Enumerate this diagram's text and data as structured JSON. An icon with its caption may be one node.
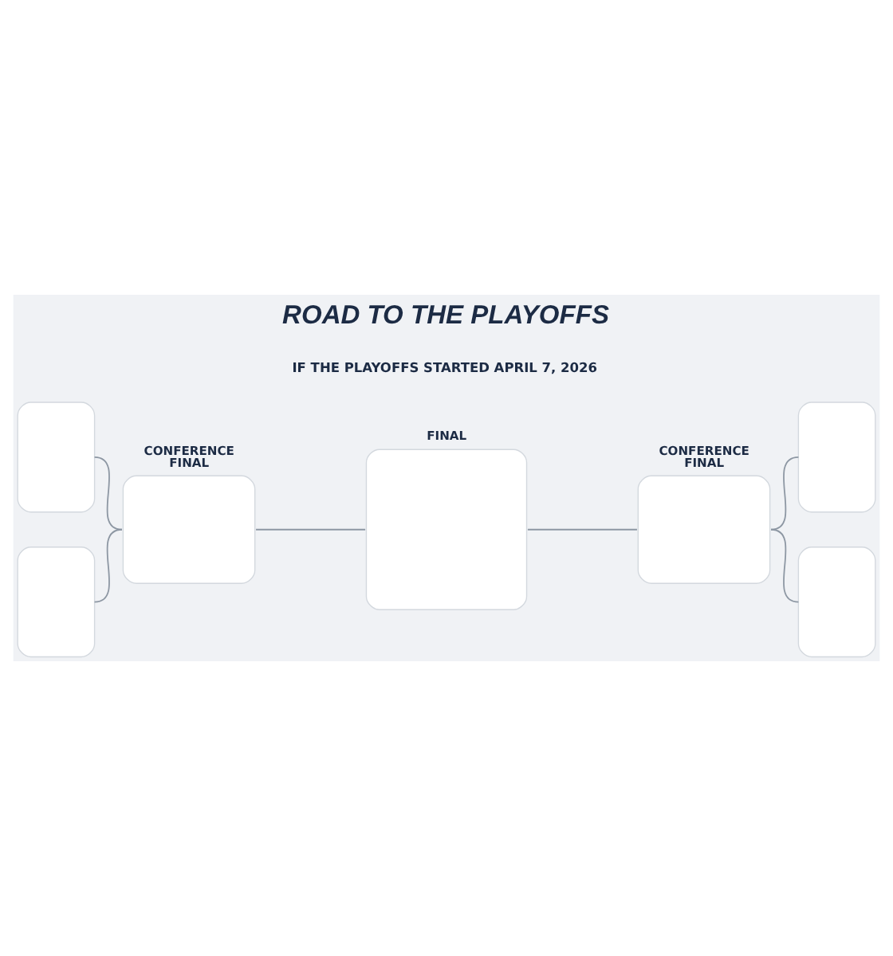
{
  "diagram": {
    "title": "ROAD TO THE PLAYOFFS",
    "nodes": [
      {
        "text": [],
        "shape": "box"
      },
      {
        "text": [],
        "shape": "box"
      },
      {
        "text": [
          "CONFERENCE FINAL"
        ]
      },
      {
        "text": [
          "FINAL"
        ]
      },
      {
        "text": [
          "CONFERENCE FINAL"
        ]
      },
      {
        "text": [],
        "shape": "box"
      },
      {
        "text": [],
        "shape": "box"
      }
    ],
    "edges": [
      {
        "from": 0,
        "to": 2,
        "arrow": "none"
      },
      {
        "from": 1,
        "to": 2,
        "arrow": "none"
      },
      {
        "from": 2,
        "to": 3,
        "arrow": "none"
      },
      {
        "from": 3,
        "to": 4,
        "arrow": "none"
      },
      {
        "from": 4,
        "to": 5,
        "arrow": "none"
      },
      {
        "from": 4,
        "to": 6,
        "arrow": "none"
      }
    ],
    "labels": [
      "IF THE PLAYOFFS STARTED APRIL 7, 2026"
    ]
  }
}
